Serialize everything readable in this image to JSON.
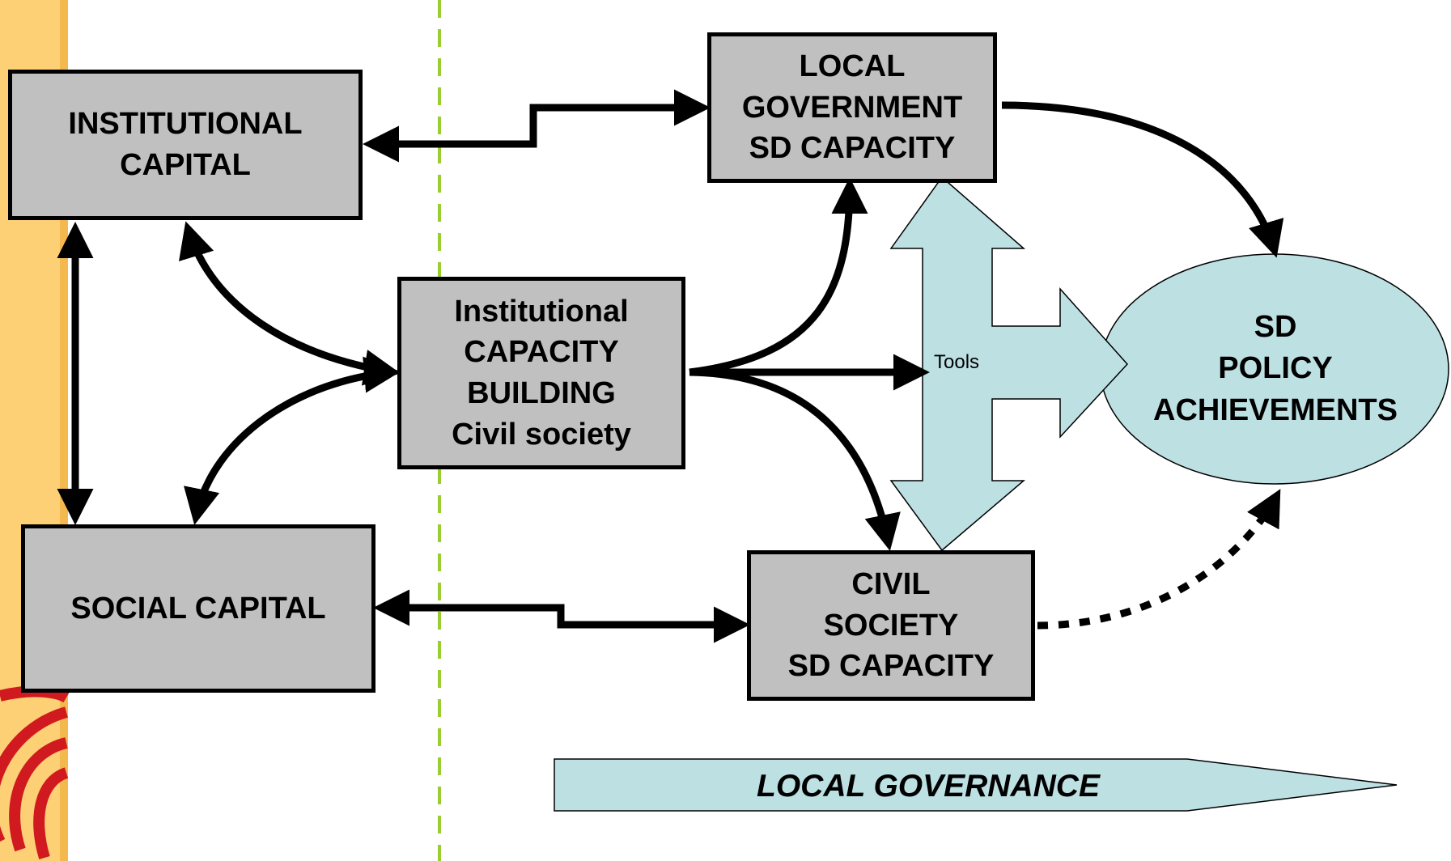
{
  "boxes": {
    "institutional_capital": [
      "INSTITUTIONAL",
      "CAPITAL"
    ],
    "local_government": [
      "LOCAL",
      "GOVERNMENT",
      "SD CAPACITY"
    ],
    "capacity_building": [
      "Institutional",
      "CAPACITY",
      "BUILDING",
      "Civil society"
    ],
    "social_capital": [
      "SOCIAL CAPITAL"
    ],
    "civil_society": [
      "CIVIL",
      "SOCIETY",
      "SD CAPACITY"
    ]
  },
  "oval": [
    "SD",
    "POLICY",
    "ACHIEVEMENTS"
  ],
  "tools_label": "Tools",
  "governance_label": "LOCAL GOVERNANCE",
  "colors": {
    "box_fill": "#c0c0c0",
    "light_blue": "#bde0e3",
    "sidebar": "#fdd076",
    "emblem_red": "#d11920",
    "divider_green": "#9acd32"
  }
}
